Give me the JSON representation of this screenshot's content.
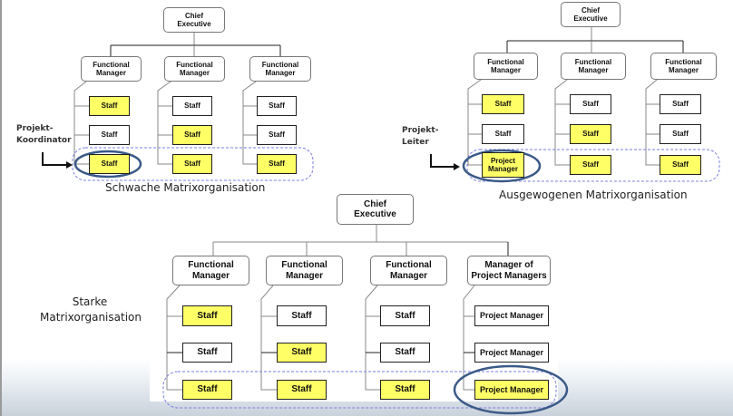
{
  "colors": {
    "highlight": "#ffff66",
    "circle": "#3a5a88",
    "dashed": "#7b7ee0"
  },
  "common": {
    "chief": "Chief Executive",
    "fm": "Functional Manager",
    "staff": "Staff",
    "pm": "Project Manager",
    "pm_two_line": "Project Manager",
    "mopm": "Manager of Project Managers"
  },
  "weak": {
    "title": "Schwache Matrixorganisation",
    "annotation_line1": "Projekt-",
    "annotation_line2": "Koordinator"
  },
  "balanced": {
    "title": "Ausgewogenen Matrixorganisation",
    "annotation_line1": "Projekt-",
    "annotation_line2": "Leiter"
  },
  "strong": {
    "title_line1": "Starke",
    "title_line2": "Matrixorganisation"
  }
}
